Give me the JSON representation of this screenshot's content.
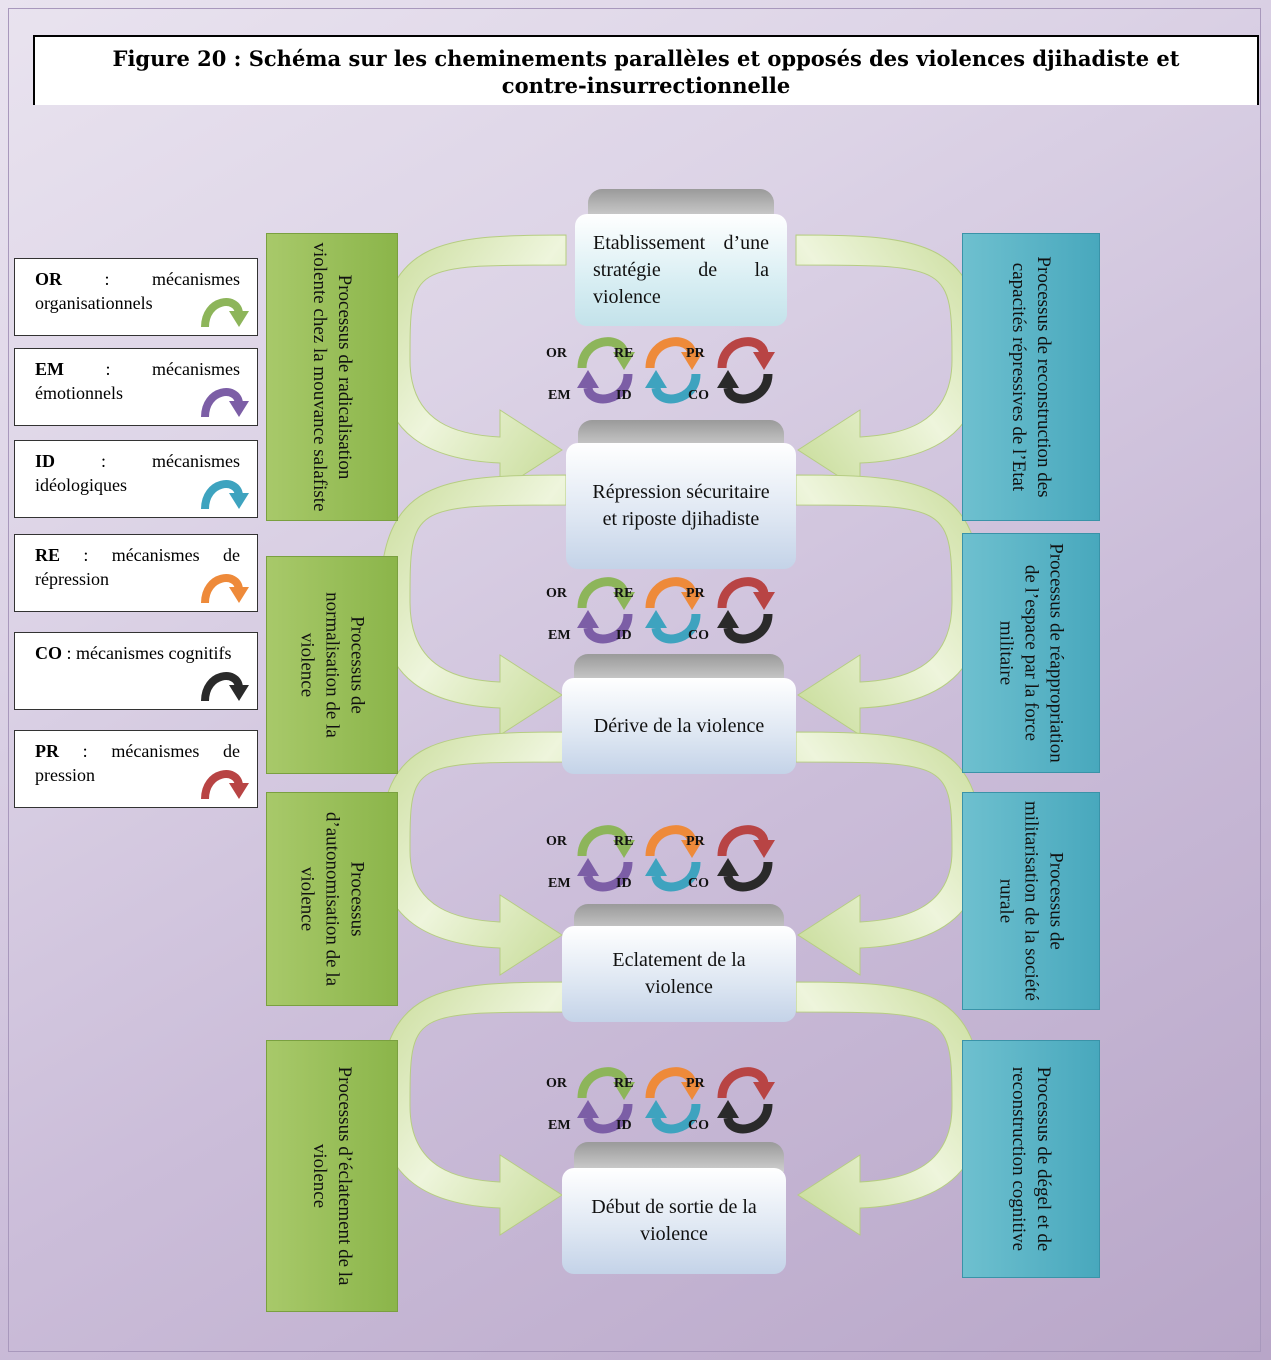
{
  "title": {
    "line1": "Figure 20 : Schéma sur les cheminements parallèles et opposés des  violences djihadiste et",
    "line2": "contre-insurrectionnelle"
  },
  "legend": [
    {
      "code": "OR",
      "text": "mécanismes organisationnels",
      "color": "#8db55a"
    },
    {
      "code": "EM",
      "text": "mécanismes émotionnels",
      "color": "#7c5ea6"
    },
    {
      "code": "ID",
      "text": "mécanismes idéologiques",
      "color": "#3ea3bf"
    },
    {
      "code": "RE",
      "text": "mécanismes de répression",
      "color": "#ee8a3a"
    },
    {
      "code": "CO",
      "text": "mécanismes cognitifs",
      "color": "#2a2a2a"
    },
    {
      "code": "PR",
      "text": "mécanismes de pression",
      "color": "#b84444"
    }
  ],
  "stages": [
    "Etablissement d’une stratégie de la violence",
    "Répression sécuritaire et riposte djihadiste",
    "Dérive de la violence",
    "Eclatement de la violence",
    "Début de sortie de la violence"
  ],
  "left_processes": [
    "Processus de radicalisation violente chez la mouvance salafiste",
    "Processus de normalisation de la violence",
    "Processus d’autonomisation de la violence",
    "Processus d’éclatement de la violence"
  ],
  "right_processes": [
    "Processus de reconstruction des capacités répressives de l’Etat",
    "Processus de réappropriation de l’espace par la force militaire",
    "Processus de militarisation de la société rurale",
    "Processus de dégel et de reconstruction cognitive"
  ],
  "mechanism_labels": {
    "or": "OR",
    "re": "RE",
    "pr": "PR",
    "em": "EM",
    "id": "ID",
    "co": "CO"
  }
}
